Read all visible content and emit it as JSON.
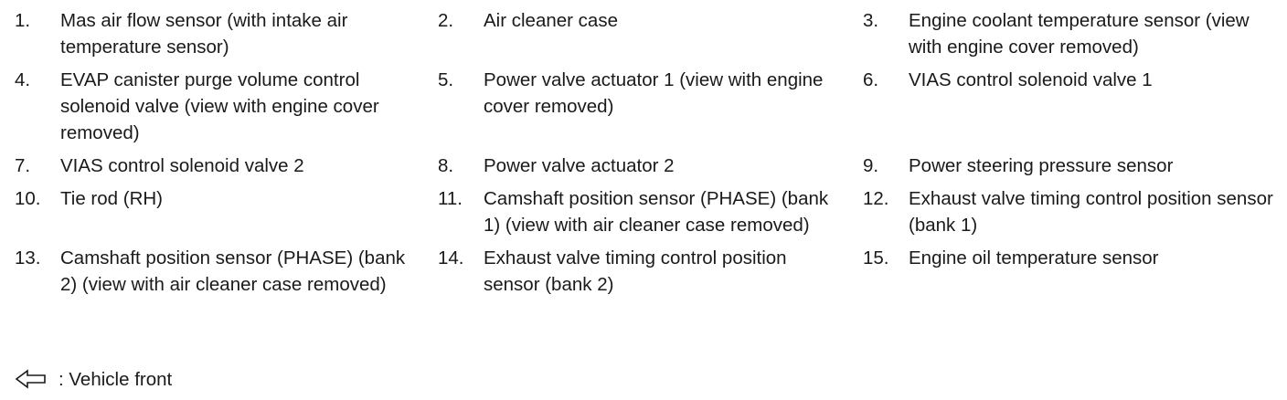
{
  "legend": {
    "rows": [
      [
        {
          "number": "1.",
          "text": "Mas air flow sensor (with intake air temperature sensor)"
        },
        {
          "number": "2.",
          "text": "Air cleaner case"
        },
        {
          "number": "3.",
          "text": "Engine coolant temperature sensor (view with engine cover removed)"
        }
      ],
      [
        {
          "number": "4.",
          "text": "EVAP canister purge volume control solenoid valve (view with engine cover removed)"
        },
        {
          "number": "5.",
          "text": "Power valve actuator 1 (view with engine cover removed)"
        },
        {
          "number": "6.",
          "text": "VIAS control solenoid valve 1"
        }
      ],
      [
        {
          "number": "7.",
          "text": "VIAS control solenoid valve 2"
        },
        {
          "number": "8.",
          "text": "Power valve actuator 2"
        },
        {
          "number": "9.",
          "text": "Power steering pressure sensor"
        }
      ],
      [
        {
          "number": "10.",
          "text": "Tie rod (RH)"
        },
        {
          "number": "11.",
          "text": "Camshaft position sensor (PHASE) (bank 1) (view with air cleaner case removed)"
        },
        {
          "number": "12.",
          "text": "Exhaust valve timing control position sensor (bank 1)"
        }
      ],
      [
        {
          "number": "13.",
          "text": "Camshaft position sensor (PHASE) (bank 2) (view with air cleaner case removed)"
        },
        {
          "number": "14.",
          "text": "Exhaust valve timing control position sensor (bank 2)"
        },
        {
          "number": "15.",
          "text": "Engine oil temperature sensor"
        }
      ]
    ]
  },
  "footer": {
    "icon": "left-arrow-outline-icon",
    "text": ": Vehicle front"
  }
}
